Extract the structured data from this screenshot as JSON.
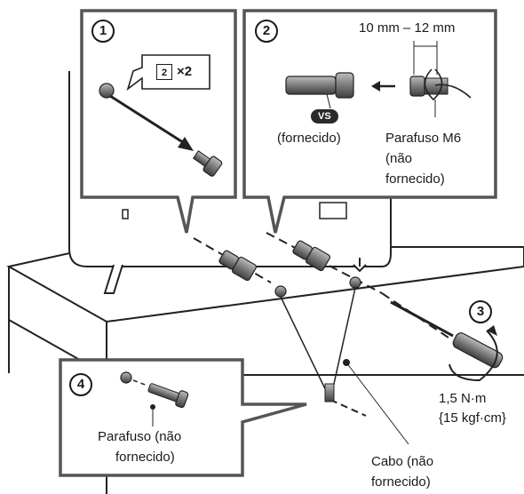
{
  "steps": {
    "s1": "1",
    "s2": "2",
    "s3": "3",
    "s4": "4"
  },
  "panel1": {
    "multiplier_label": "×2",
    "icon_number": "2"
  },
  "panel2": {
    "length_label": "10 mm – 12 mm",
    "vs_badge": "VS",
    "supplied_label": "(fornecido)",
    "m6_line1": "Parafuso M6",
    "m6_line2": "(não",
    "m6_line3": "fornecido)"
  },
  "torque": {
    "line1": "1,5 N·m",
    "line2": "{15 kgf·cm}"
  },
  "panel4": {
    "screw_line1": "Parafuso (não",
    "screw_line2": "fornecido)"
  },
  "cable": {
    "line1": "Cabo (não",
    "line2": "fornecido)"
  }
}
